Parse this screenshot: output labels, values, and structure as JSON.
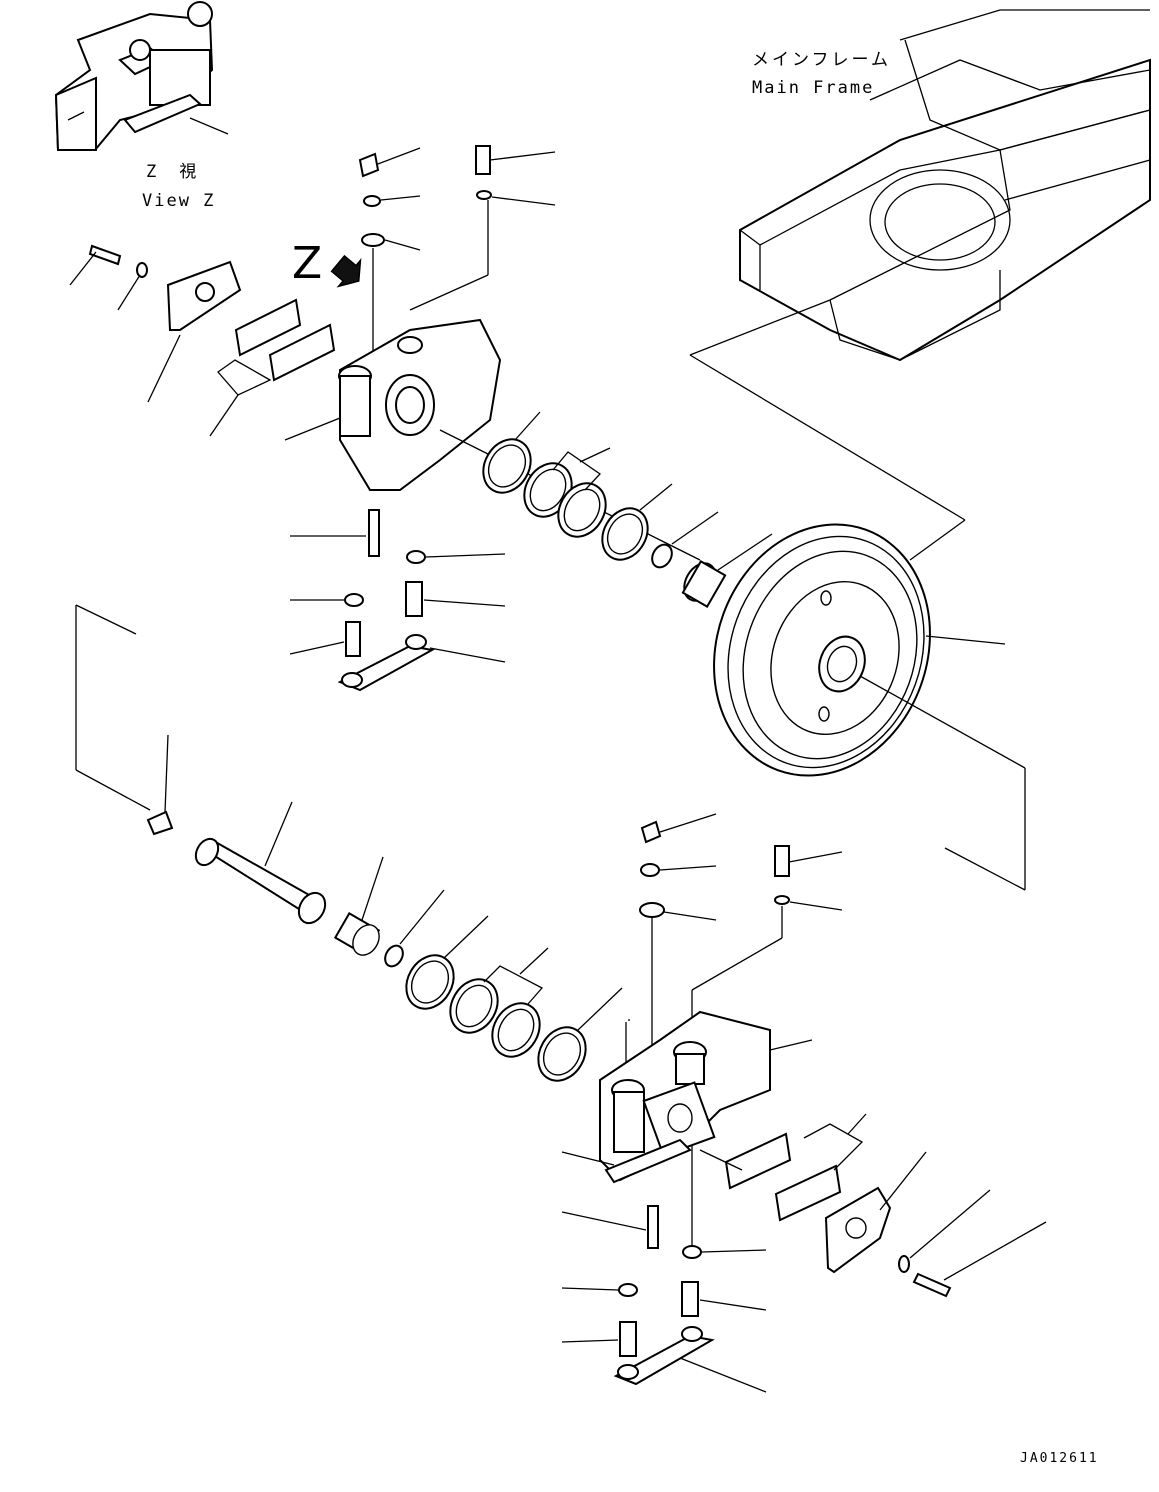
{
  "view_z": {
    "jp": "Z　視",
    "en": "View Z"
  },
  "main_frame": {
    "jp": "メインフレーム",
    "en": "Main Frame"
  },
  "arrow_marker": "Z",
  "drawing_code": "JA012611"
}
